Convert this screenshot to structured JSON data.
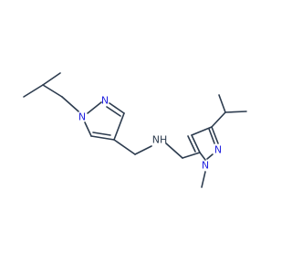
{
  "colors": {
    "bond": "#2d3c4f",
    "nitrogen": "#2323e0",
    "background": "#ffffff"
  },
  "atoms": {
    "n1": "N",
    "n2": "N",
    "nh": "NH",
    "n3": "N",
    "n4": "N"
  }
}
